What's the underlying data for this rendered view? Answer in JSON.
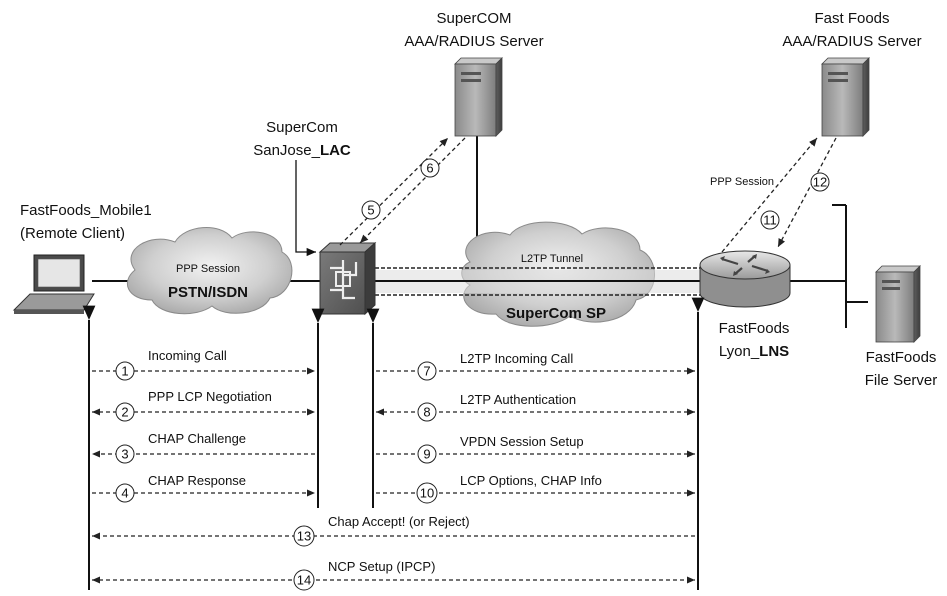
{
  "nodes": {
    "client_line1": "FastFoods_Mobile1",
    "client_line2": "(Remote Client)",
    "lac_line1": "SuperCom",
    "lac_line2_prefix": "SanJose_",
    "lac_line2_bold": "LAC",
    "supercom_server_line1": "SuperCOM",
    "supercom_server_line2": "AAA/RADIUS Server",
    "fastfoods_server_line1": "Fast Foods",
    "fastfoods_server_line2": "AAA/RADIUS Server",
    "lns_line1": "FastFoods",
    "lns_line2_prefix": "Lyon_",
    "lns_line2_bold": "LNS",
    "fileserver_line1": "FastFoods",
    "fileserver_line2": "File Server"
  },
  "clouds": {
    "pstn_caption": "PPP Session",
    "pstn_name": "PSTN/ISDN",
    "sp_caption": "L2TP Tunnel",
    "sp_name": "SuperCom SP"
  },
  "ppp_session_label": "PPP Session",
  "steps": [
    {
      "num": "1",
      "label": "Incoming Call"
    },
    {
      "num": "2",
      "label": "PPP LCP Negotiation"
    },
    {
      "num": "3",
      "label": "CHAP Challenge"
    },
    {
      "num": "4",
      "label": "CHAP Response"
    },
    {
      "num": "5",
      "label": ""
    },
    {
      "num": "6",
      "label": ""
    },
    {
      "num": "7",
      "label": "L2TP Incoming Call"
    },
    {
      "num": "8",
      "label": "L2TP Authentication"
    },
    {
      "num": "9",
      "label": "VPDN Session Setup"
    },
    {
      "num": "10",
      "label": "LCP Options, CHAP Info"
    },
    {
      "num": "11",
      "label": ""
    },
    {
      "num": "12",
      "label": ""
    },
    {
      "num": "13",
      "label": "Chap Accept! (or Reject)"
    },
    {
      "num": "14",
      "label": "NCP Setup (IPCP)"
    }
  ]
}
